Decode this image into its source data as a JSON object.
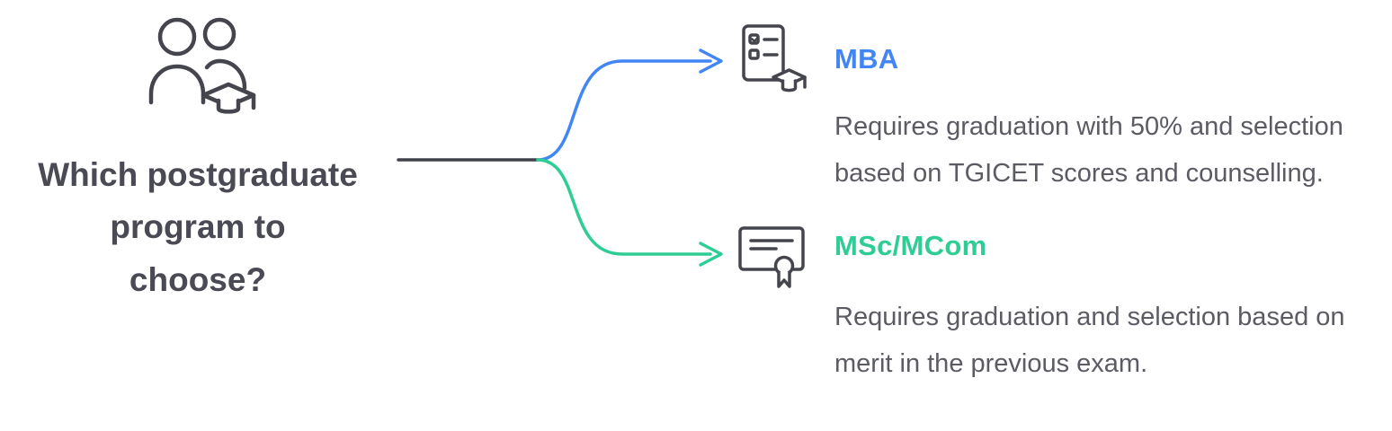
{
  "question": {
    "title": "Which postgraduate program to choose?"
  },
  "branches": [
    {
      "label": "MBA",
      "description": "Requires graduation with 50% and selection based on TGICET scores and counselling.",
      "color": "#4285f4",
      "icon": "admission-checklist-graduation-icon"
    },
    {
      "label": "MSc/MCom",
      "description": "Requires graduation and selection based on merit in the previous exam.",
      "color": "#2ecd94",
      "icon": "certificate-icon"
    }
  ],
  "left_icon": "students-graduation-icon",
  "colors": {
    "stem_line": "#3f4049",
    "mba_branch": "#4285f4",
    "msc_branch": "#2ecd94",
    "title_text": "#4a4a54",
    "body_text": "#5b5b64",
    "icon_stroke": "#45454e"
  }
}
